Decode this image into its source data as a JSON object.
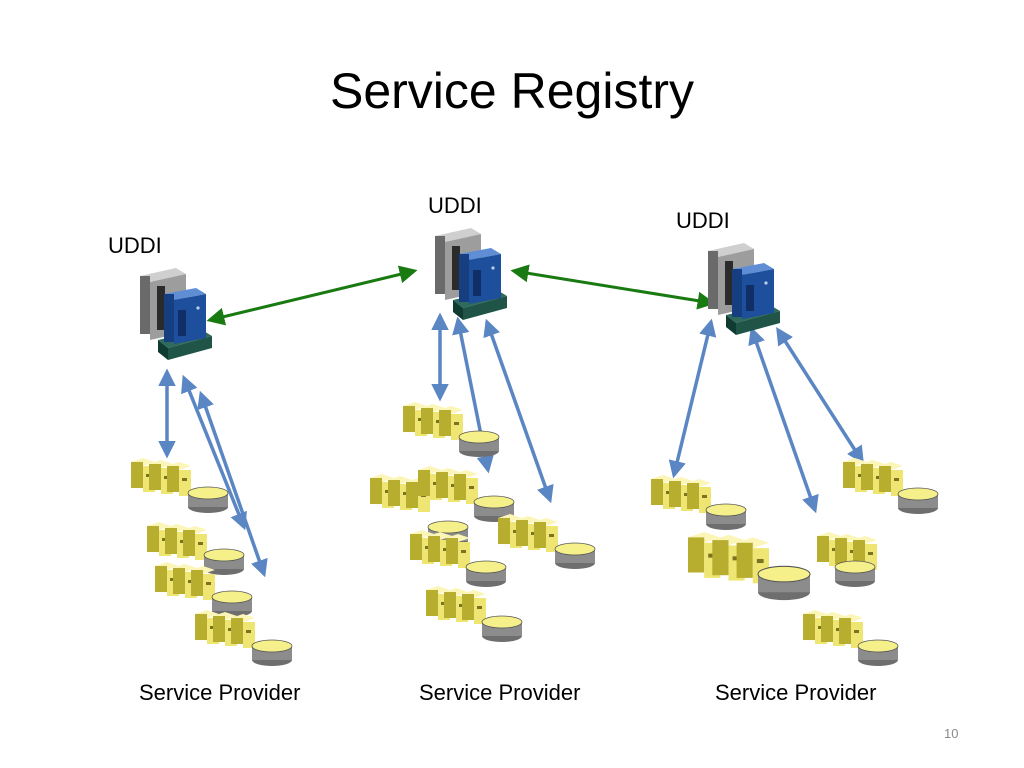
{
  "title": "Service Registry",
  "registries": [
    {
      "label": "UDDI"
    },
    {
      "label": "UDDI"
    },
    {
      "label": "UDDI"
    }
  ],
  "provider_groups": [
    {
      "label": "Service Provider"
    },
    {
      "label": "Service Provider"
    },
    {
      "label": "Service Provider"
    }
  ],
  "slide_number": "10",
  "colors": {
    "registry_link": "#1a7a12",
    "provider_link": "#5b86c4",
    "server_box": "#f2ea7e",
    "database": "#8c8c8c",
    "registry_blue": "#1e4f9c"
  }
}
